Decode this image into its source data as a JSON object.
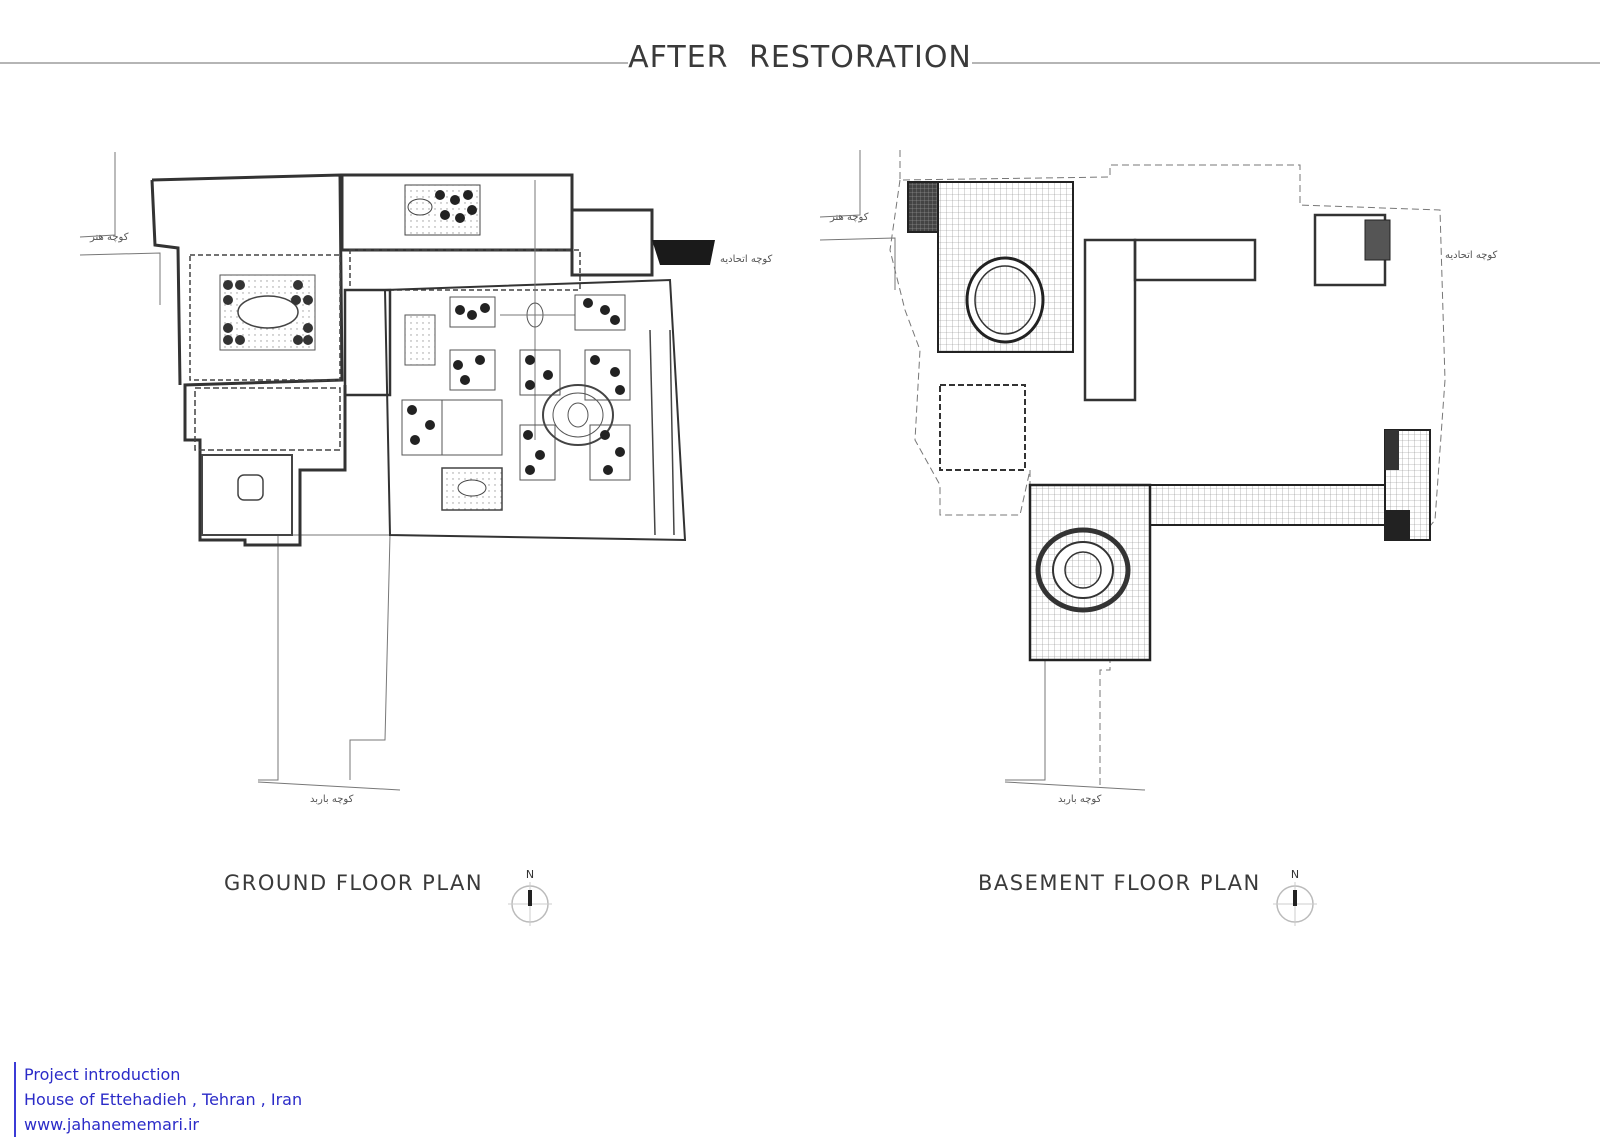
{
  "title": "AFTER RESTORATION",
  "plans": {
    "ground": {
      "caption": "GROUND FLOOR PLAN",
      "north": "N",
      "streets": [
        "کوچه هنر",
        "کوچه اتحادیه",
        "کوچه باربد"
      ]
    },
    "basement": {
      "caption": "BASEMENT FLOOR PLAN",
      "north": "N",
      "streets": [
        "کوچه هنر",
        "کوچه اتحادیه",
        "کوچه باربد"
      ]
    }
  },
  "footer": {
    "line1": "Project introduction",
    "line2": "House of Ettehadieh , Tehran , Iran",
    "line3": "www.jahanememari.ir"
  },
  "colors": {
    "drawing": "#333333",
    "footer_text": "#2b2bc8",
    "title_rule": "#b5b5b5"
  }
}
